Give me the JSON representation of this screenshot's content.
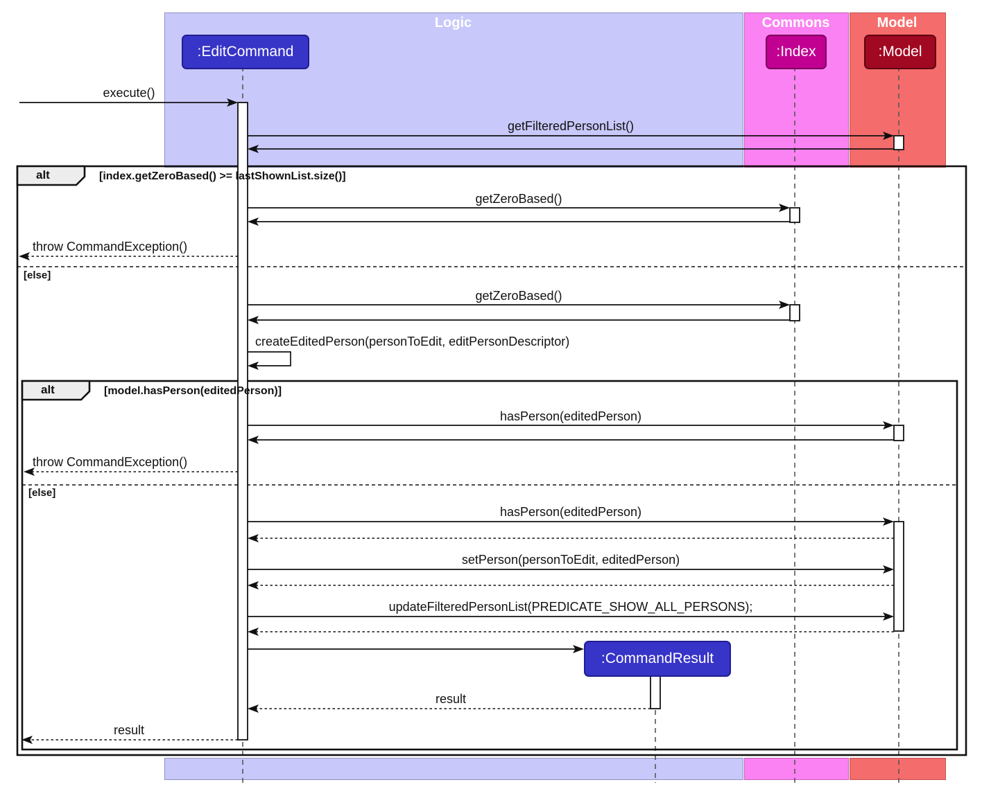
{
  "diagram_type": "uml-sequence-diagram",
  "groups": [
    {
      "name": "Logic",
      "color": "#C8C8FA"
    },
    {
      "name": "Commons",
      "color": "#FB82F2"
    },
    {
      "name": "Model",
      "color": "#F56C6C"
    }
  ],
  "participants": [
    {
      "label": ":EditCommand",
      "color": "#3734C8"
    },
    {
      "label": ":Index",
      "color": "#C10092"
    },
    {
      "label": ":Model",
      "color": "#A10822"
    },
    {
      "label": ":CommandResult",
      "color": "#3734C8"
    }
  ],
  "frames": [
    {
      "operator": "alt",
      "guard": "[index.getZeroBased() >= lastShownList.size()]",
      "else_label": "[else]"
    },
    {
      "operator": "alt",
      "guard": "[model.hasPerson(editedPerson)]",
      "else_label": "[else]"
    }
  ],
  "messages": [
    {
      "text": "execute()"
    },
    {
      "text": "getFilteredPersonList()"
    },
    {
      "text": "getZeroBased()"
    },
    {
      "text": "throw CommandException()"
    },
    {
      "text": "getZeroBased()"
    },
    {
      "text": "createEditedPerson(personToEdit, editPersonDescriptor)"
    },
    {
      "text": "hasPerson(editedPerson)"
    },
    {
      "text": "throw CommandException()"
    },
    {
      "text": "hasPerson(editedPerson)"
    },
    {
      "text": "setPerson(personToEdit, editedPerson)"
    },
    {
      "text": "updateFilteredPersonList(PREDICATE_SHOW_ALL_PERSONS);"
    },
    {
      "text": "result"
    },
    {
      "text": "result"
    }
  ]
}
